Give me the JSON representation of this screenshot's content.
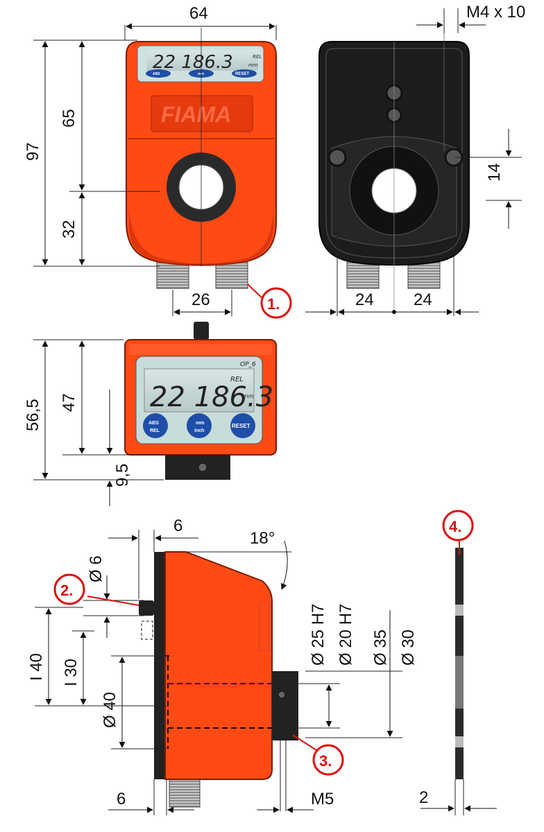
{
  "front_view": {
    "dims": {
      "width": "64",
      "height_total": "97",
      "height_upper": "65",
      "height_lower": "32",
      "connector_spacing": "26"
    },
    "display": {
      "reading": "22 186.3",
      "unit": "mm",
      "mode": "REL"
    },
    "buttons": {
      "abs": "ABS",
      "rel": "REL",
      "mm": "mm",
      "inch": "inch",
      "reset": "RESET"
    },
    "brand": "FIAMA"
  },
  "back_view": {
    "dims": {
      "thread": "M4 x 10",
      "hole_offset": "14",
      "left": "24",
      "right": "24"
    }
  },
  "top_view": {
    "dims": {
      "height_total": "56,5",
      "height_body": "47",
      "height_foot": "9,5"
    },
    "display": {
      "reading": "22 186.3",
      "unit": "mm",
      "mode": "REL",
      "model": "OP_6"
    }
  },
  "side_view": {
    "dims": {
      "top_offset": "6",
      "angle": "18°",
      "pin_diameter": "Ø 6",
      "l40": "I 40",
      "l30": "I 30",
      "dia40": "Ø 40",
      "dia25": "Ø 25 H7",
      "dia20": "Ø 20 H7",
      "dia35": "Ø 35",
      "dia30": "Ø 30",
      "bottom_offset": "6",
      "screw": "M5"
    }
  },
  "ring_view": {
    "dims": {
      "thickness": "2"
    }
  },
  "callouts": [
    "1.",
    "2.",
    "3.",
    "4."
  ],
  "colors": {
    "housing": "#ff4a14",
    "housing_dark": "#d8320a",
    "back": "#1c1c1c",
    "callout": "#d11111",
    "lcd": "#c9d8d8"
  }
}
